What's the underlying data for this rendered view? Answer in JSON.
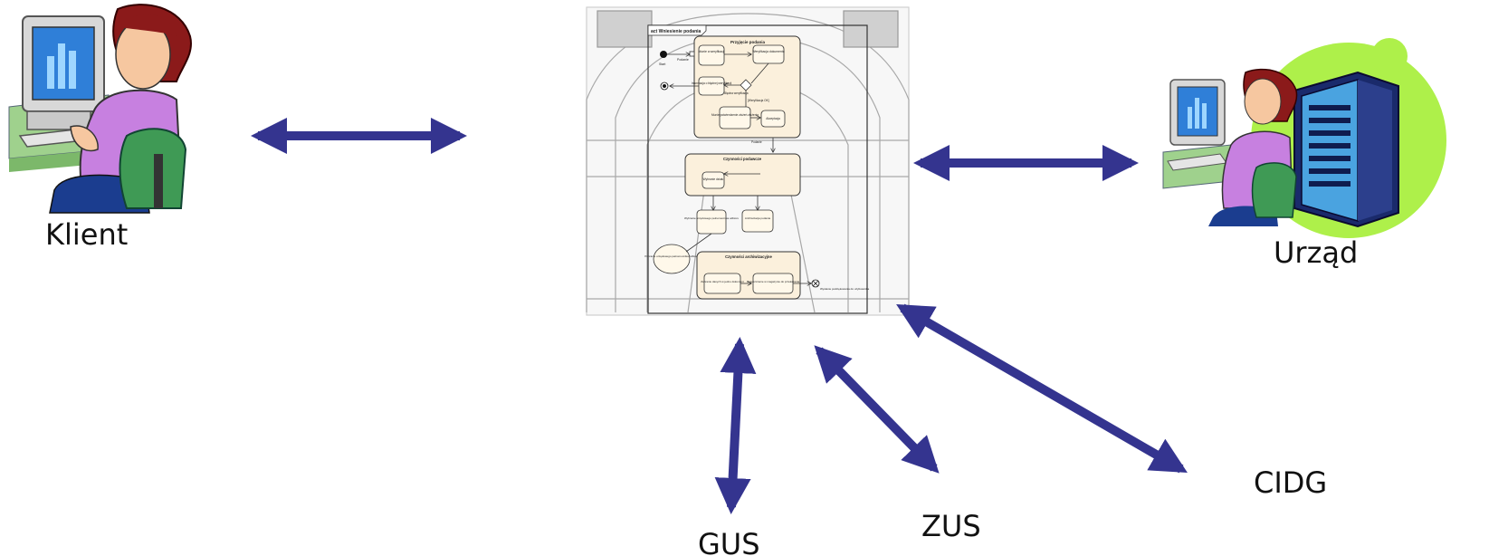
{
  "labels": {
    "klient": "Klient",
    "urzad": "Urząd",
    "gus": "GUS",
    "zus": "ZUS",
    "cidg": "CIDG"
  },
  "diagram": {
    "frame_title": "act Wniesienie podania",
    "top_section": "Przyjęcie podania",
    "start": "Start",
    "podanie": "Podanie",
    "activity_1": "Munie a weryfikacji",
    "activity_2": "Weryfikacja dokumentu",
    "activity_3": "Informacja o błędnej weryfikacji",
    "activity_4": "Munie potwierdzenie złożeń złożenia",
    "activity_5": "Akceptacja",
    "guard_bad": "Błędna weryfikacja",
    "guard_ok": "[Weryfikacja OK]",
    "mid_section": "Czynności podawcze",
    "activity_6": "Wybranie działu",
    "activity_7": "Wybranie urzędowego pełnomocnika odbioru",
    "activity_8": "Archiwizacja podania",
    "activity_9": "Pobranie urzędowego pełnomocnika odbioru",
    "bottom_section": "Czynności archiwizacyjne",
    "activity_10": "Zebranie danych w jedno dokument",
    "activity_11": "Umieszczenie w magazynie do przekazania",
    "end": "Wysłanie podziękowania do użytkownika"
  },
  "colors": {
    "arrow": "#34348f",
    "node_fill": "#fbf0dc",
    "sketch": "#a0a0a0",
    "accent_green": "#aef04a"
  }
}
